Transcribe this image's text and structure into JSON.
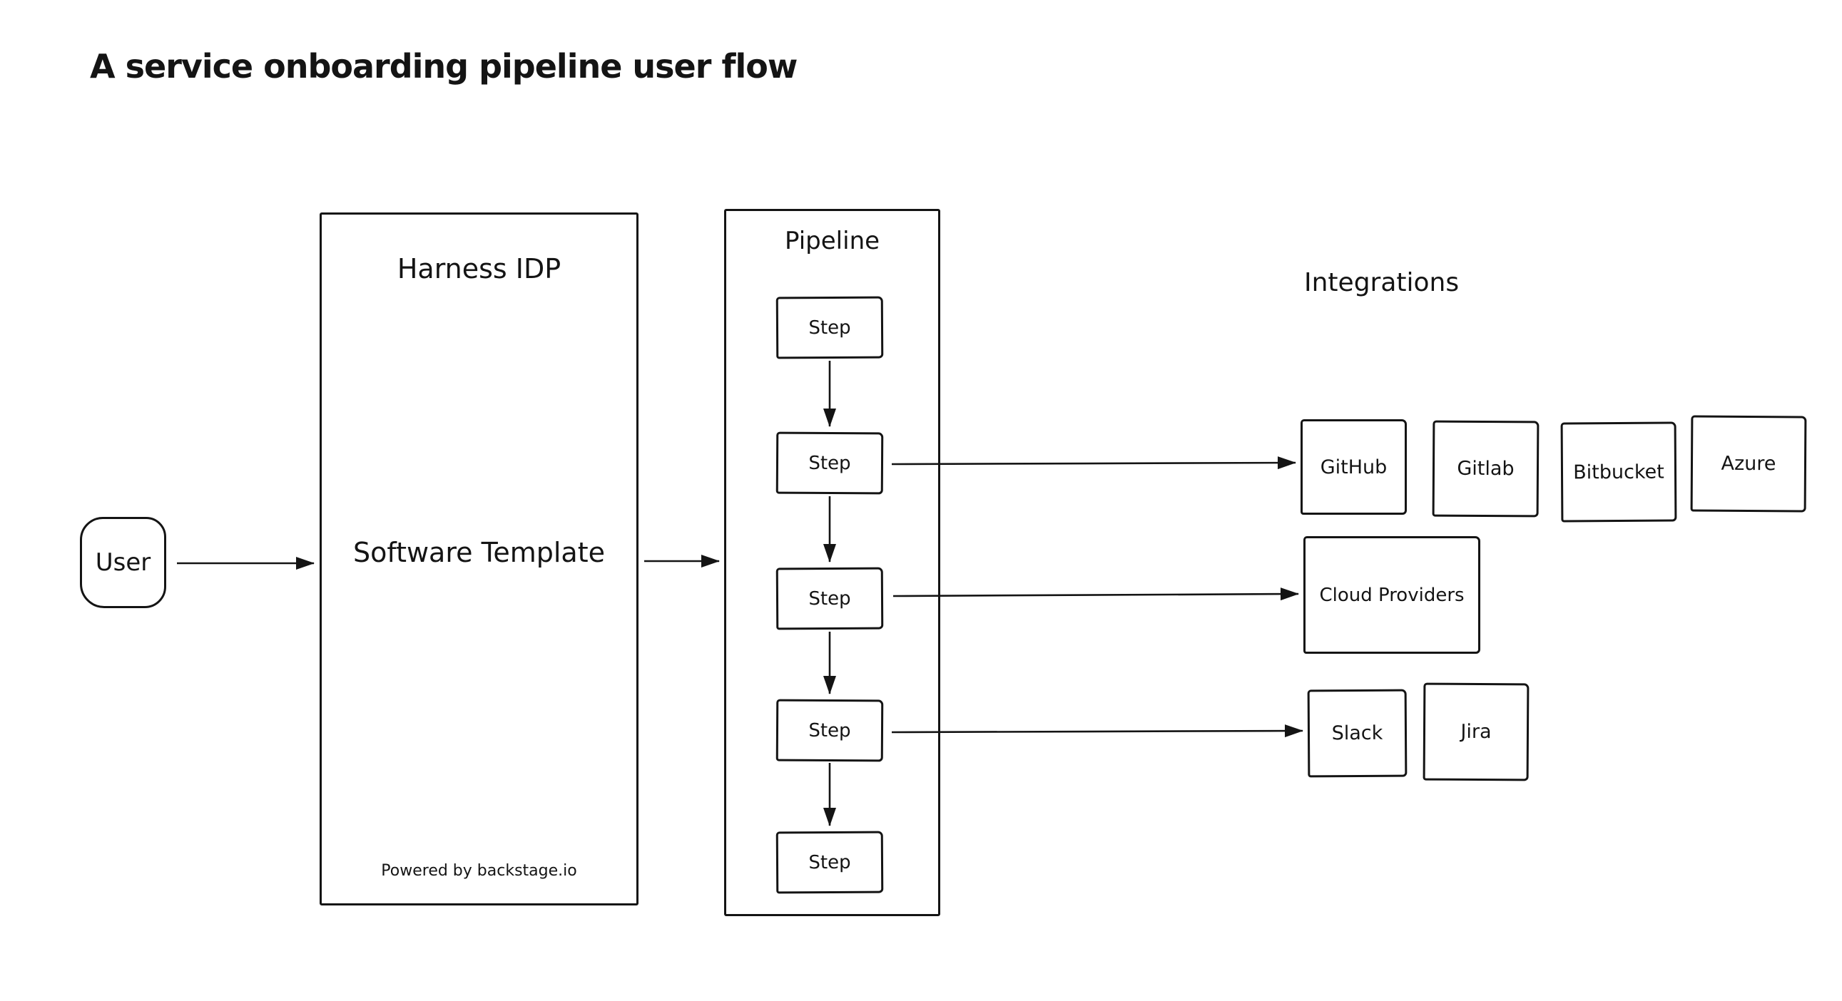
{
  "title": "A service onboarding pipeline user flow",
  "user": {
    "label": "User"
  },
  "harness": {
    "title": "Harness IDP",
    "template_label": "Software Template",
    "footer": "Powered by backstage.io"
  },
  "pipeline": {
    "title": "Pipeline",
    "steps": [
      "Step",
      "Step",
      "Step",
      "Step",
      "Step"
    ]
  },
  "integrations": {
    "heading": "Integrations",
    "row1": [
      "GitHub",
      "Gitlab",
      "Bitbucket",
      "Azure"
    ],
    "row2": [
      "Cloud Providers"
    ],
    "row3": [
      "Slack",
      "Jira"
    ]
  },
  "colors": {
    "ink": "#141414",
    "background": "#ffffff"
  }
}
